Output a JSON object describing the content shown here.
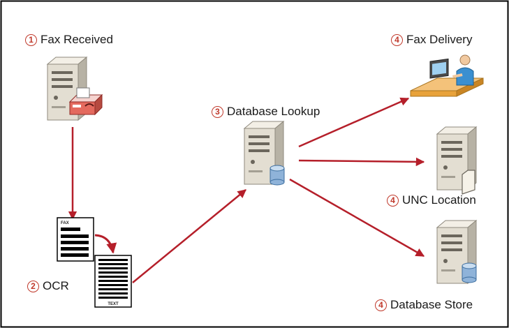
{
  "steps": {
    "fax_received": {
      "num": "1",
      "label": "Fax Received"
    },
    "ocr": {
      "num": "2",
      "label": "OCR"
    },
    "database_lookup": {
      "num": "3",
      "label": "Database Lookup"
    },
    "fax_delivery": {
      "num": "4",
      "label": "Fax Delivery"
    },
    "unc_location": {
      "num": "4",
      "label": "UNC Location"
    },
    "database_store": {
      "num": "4",
      "label": "Database Store"
    }
  },
  "documents": {
    "fax_tag": "FAX",
    "text_tag": "TEXT"
  },
  "colors": {
    "arrow": "#b51f2a",
    "step_number": "#c0392b",
    "server_body": "#e3ded2",
    "server_dark": "#8f8a7e",
    "database": "#8fb3d9",
    "desk": "#e8a23a",
    "person": "#3a8fd0"
  },
  "icons": [
    "server-icon",
    "fax-machine-icon",
    "database-icon",
    "folder-icon",
    "person-at-desk-icon",
    "fax-document-icon",
    "text-document-icon"
  ]
}
